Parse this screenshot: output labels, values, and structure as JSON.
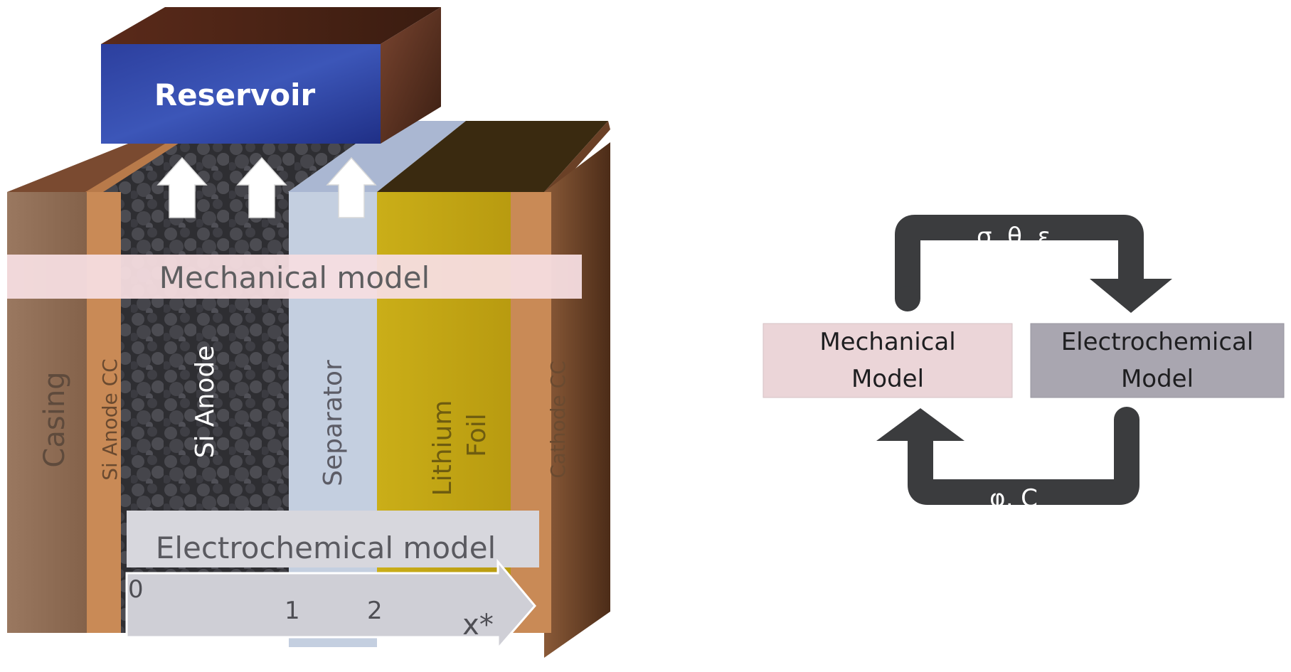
{
  "cell": {
    "reservoir": "Reservoir",
    "mechanical_band": "Mechanical model",
    "electrochemical_band": "Electrochemical model",
    "layers": {
      "casing": "Casing",
      "anode_cc": "Si Anode CC",
      "anode": "Si Anode",
      "separator": "Separator",
      "lithium_foil_line1": "Lithium",
      "lithium_foil_line2": "Foil",
      "cathode_cc": "Cathode CC"
    },
    "axis": {
      "tick_0": "0",
      "tick_1": "1",
      "tick_2": "2",
      "label": "x*"
    }
  },
  "coupling": {
    "mechanical_line1": "Mechanical",
    "mechanical_line2": "Model",
    "electrochemical_line1": "Electrochemical",
    "electrochemical_line2": "Model",
    "top_vars": "σ, θ, ε",
    "bottom_vars": "φ, C"
  },
  "colors": {
    "casing": "#8e6a52",
    "copper": "#c98a56",
    "anode_dark": "#3c3c40",
    "separator": "#c4cfe0",
    "lithium": "#c2a514",
    "reservoir": "#26379a",
    "mech_band": "#f5dde0",
    "electro_band": "#d7d7dd",
    "mech_box": "#ebd5d8",
    "electro_box": "#a9a6b0",
    "loop": "#3b3c3e"
  }
}
